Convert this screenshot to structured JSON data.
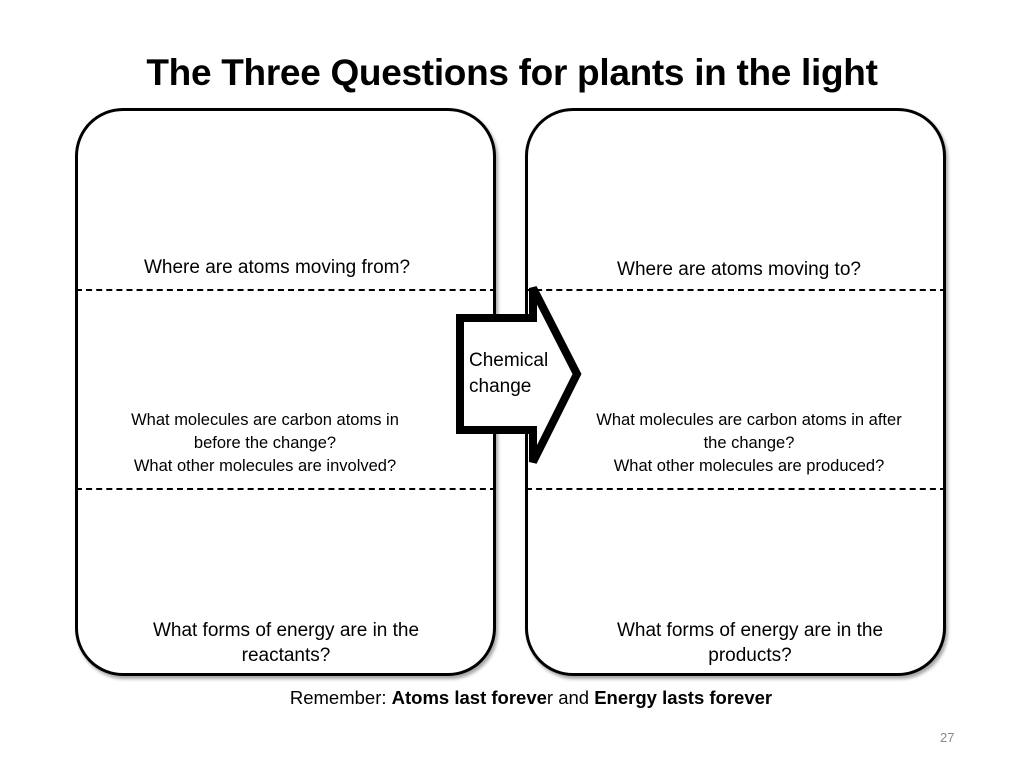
{
  "slide": {
    "title": "The Three Questions for plants in the light",
    "page_number": "27"
  },
  "left_panel": {
    "q1": "Where are atoms moving from?",
    "q2_line1": "What molecules are carbon atoms in",
    "q2_line2": "before the change?",
    "q2_line3": "What other molecules are involved?",
    "q3_line1": "What forms of energy are in the",
    "q3_line2": "reactants?"
  },
  "right_panel": {
    "q1": "Where are atoms moving to?",
    "q2_line1": "What molecules are carbon atoms in after",
    "q2_line2": "the change?",
    "q2_line3": "What other molecules are produced?",
    "q3_line1": "What forms of energy are in the",
    "q3_line2": "products?"
  },
  "arrow": {
    "label_line1": "Chemical",
    "label_line2": "change",
    "icon": "right-arrow-icon"
  },
  "footer": {
    "prefix": "Remember: ",
    "bold1": "Atoms last foreve",
    "mid": "r and ",
    "bold2": "Energy lasts forever"
  }
}
